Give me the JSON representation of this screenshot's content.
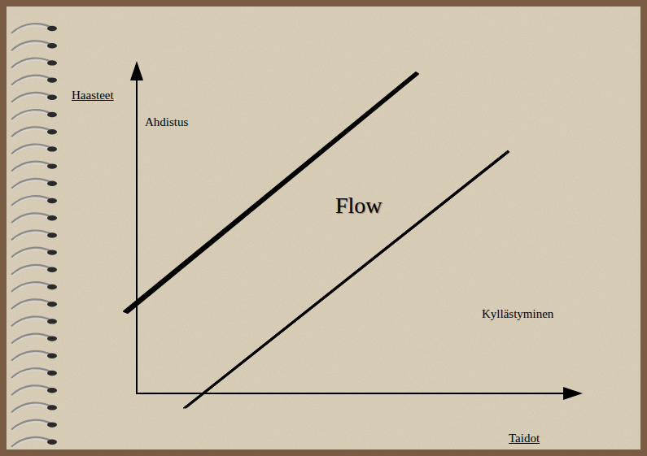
{
  "diagram": {
    "labels": [
      "Haasteet",
      "Ahdistus",
      "Flow",
      "Kyllästyminen",
      "Taidot"
    ]
  }
}
